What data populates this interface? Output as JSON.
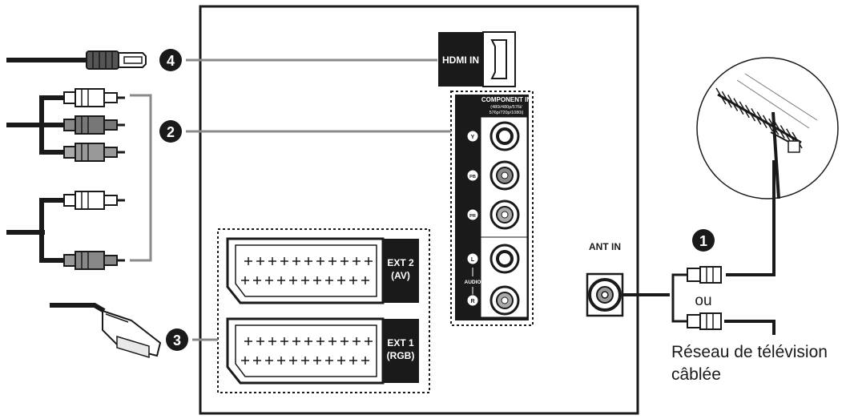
{
  "markers": {
    "m1": "1",
    "m2": "2",
    "m3": "3",
    "m4": "4"
  },
  "panel": {
    "hdmi_label": "HDMI IN",
    "component_title": "COMPONENT IN",
    "component_res_line1": "(480i/480p/576i/",
    "component_res_line2": "576p/720p/1080i)",
    "jack_y": "Y",
    "jack_pb": "PB",
    "jack_pr": "PR",
    "jack_l": "L",
    "audio_label": "AUDIO",
    "jack_r": "R",
    "ext2_line1": "EXT 2",
    "ext2_line2": "(AV)",
    "ext1_line1": "EXT 1",
    "ext1_line2": "(RGB)",
    "ant_label": "ANT IN"
  },
  "antenna": {
    "ou_label": "ou",
    "cable_line1": "Réseau de télévision",
    "cable_line2": "câblée"
  },
  "icons": [
    "hdmi-plug-icon",
    "rca-plug-icon",
    "scart-plug-icon",
    "antenna-icon",
    "coax-plug-icon"
  ],
  "colors": {
    "line": "#1a1a1a",
    "grey_line": "#8a8a8a",
    "label_bg": "#1a1a1a",
    "label_fg": "#ffffff"
  }
}
